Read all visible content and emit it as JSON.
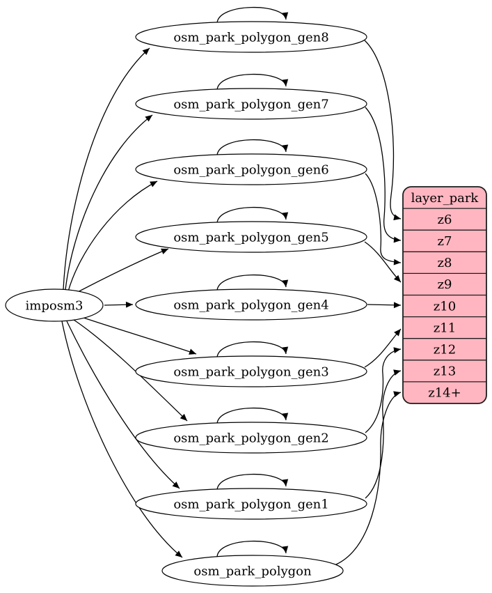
{
  "diagram": {
    "type": "graphviz-dependency-graph",
    "background_color": "#ffffff",
    "node_fill_color": "#ffffff",
    "node_stroke_color": "#000000",
    "edge_color": "#000000",
    "source": {
      "label": "imposm3"
    },
    "nodes": [
      {
        "label": "osm_park_polygon_gen8",
        "self_loop": true,
        "target_row": "z6"
      },
      {
        "label": "osm_park_polygon_gen7",
        "self_loop": true,
        "target_row": "z7"
      },
      {
        "label": "osm_park_polygon_gen6",
        "self_loop": true,
        "target_row": "z8"
      },
      {
        "label": "osm_park_polygon_gen5",
        "self_loop": true,
        "target_row": "z9"
      },
      {
        "label": "osm_park_polygon_gen4",
        "self_loop": true,
        "target_row": "z10"
      },
      {
        "label": "osm_park_polygon_gen3",
        "self_loop": true,
        "target_row": "z11"
      },
      {
        "label": "osm_park_polygon_gen2",
        "self_loop": true,
        "target_row": "z12"
      },
      {
        "label": "osm_park_polygon_gen1",
        "self_loop": true,
        "target_row": "z13"
      },
      {
        "label": "osm_park_polygon",
        "self_loop": true,
        "target_row": "z14+"
      }
    ],
    "table": {
      "title": "layer_park",
      "rows": [
        "z6",
        "z7",
        "z8",
        "z9",
        "z10",
        "z11",
        "z12",
        "z13",
        "z14+"
      ],
      "fill_color": "#ffb6c1",
      "stroke_color": "#1d1d1d",
      "text_color": "#000000"
    },
    "edges": [
      {
        "from": "imposm3",
        "to": "osm_park_polygon_gen8"
      },
      {
        "from": "imposm3",
        "to": "osm_park_polygon_gen7"
      },
      {
        "from": "imposm3",
        "to": "osm_park_polygon_gen6"
      },
      {
        "from": "imposm3",
        "to": "osm_park_polygon_gen5"
      },
      {
        "from": "imposm3",
        "to": "osm_park_polygon_gen4"
      },
      {
        "from": "imposm3",
        "to": "osm_park_polygon_gen3"
      },
      {
        "from": "imposm3",
        "to": "osm_park_polygon_gen2"
      },
      {
        "from": "imposm3",
        "to": "osm_park_polygon_gen1"
      },
      {
        "from": "imposm3",
        "to": "osm_park_polygon"
      },
      {
        "from": "osm_park_polygon_gen8",
        "to": "osm_park_polygon_gen8"
      },
      {
        "from": "osm_park_polygon_gen7",
        "to": "osm_park_polygon_gen7"
      },
      {
        "from": "osm_park_polygon_gen6",
        "to": "osm_park_polygon_gen6"
      },
      {
        "from": "osm_park_polygon_gen5",
        "to": "osm_park_polygon_gen5"
      },
      {
        "from": "osm_park_polygon_gen4",
        "to": "osm_park_polygon_gen4"
      },
      {
        "from": "osm_park_polygon_gen3",
        "to": "osm_park_polygon_gen3"
      },
      {
        "from": "osm_park_polygon_gen2",
        "to": "osm_park_polygon_gen2"
      },
      {
        "from": "osm_park_polygon_gen1",
        "to": "osm_park_polygon_gen1"
      },
      {
        "from": "osm_park_polygon",
        "to": "osm_park_polygon"
      },
      {
        "from": "osm_park_polygon_gen8",
        "to": "layer_park",
        "row": "z6"
      },
      {
        "from": "osm_park_polygon_gen7",
        "to": "layer_park",
        "row": "z7"
      },
      {
        "from": "osm_park_polygon_gen6",
        "to": "layer_park",
        "row": "z8"
      },
      {
        "from": "osm_park_polygon_gen5",
        "to": "layer_park",
        "row": "z9"
      },
      {
        "from": "osm_park_polygon_gen4",
        "to": "layer_park",
        "row": "z10"
      },
      {
        "from": "osm_park_polygon_gen3",
        "to": "layer_park",
        "row": "z11"
      },
      {
        "from": "osm_park_polygon_gen2",
        "to": "layer_park",
        "row": "z12"
      },
      {
        "from": "osm_park_polygon_gen1",
        "to": "layer_park",
        "row": "z13"
      },
      {
        "from": "osm_park_polygon",
        "to": "layer_park",
        "row": "z14+"
      }
    ]
  }
}
